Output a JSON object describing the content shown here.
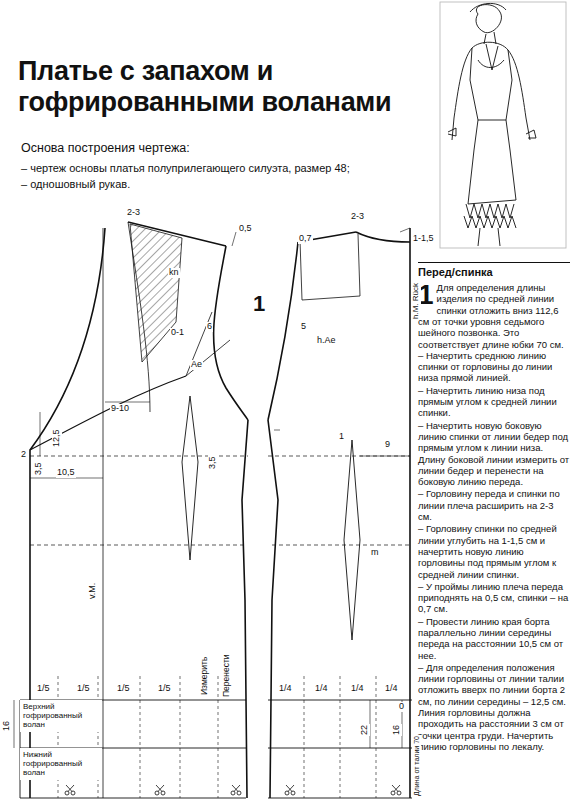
{
  "diagram": {
    "title": "Платье с запахом и гофрированными воланами",
    "nodes": [
      {
        "text": [
          "Верхний гофрированный волан"
        ]
      },
      {
        "text": [
          "Нижний гофрированный волан"
        ]
      }
    ],
    "labels": [
      "Основа построения чертежа:",
      "– чертеж основы платья полуприлегающего силуэта, размер 48;",
      "– одношовный рукав.",
      "Перед/спинка",
      "1",
      "Для определения длины изделия по средней линии спинки отложить вниз 112,6 см от точки уровня седьмого шейного позвонка. Это соответствует длине юбки 70 см.",
      "– Начертить среднюю линию спинки от горловины до линии низа прямой линией.",
      "– Начертить линию низа под прямым углом к средней линии спинки.",
      "– Начертить новую боковую линию спинки от линии бедер под прямым углом к линии низа. Длину боковой линии измерить от линии бедер и перенести на боковую линию переда.",
      "– Горловину переда и спинки по линии плеча расширить на 2-3 см.",
      "– Горловину спинки по средней линии углубить на 1-1,5 см и начертить новую линию горловины под прямым углом к средней линии спинки.",
      "– У проймы линию плеча переда приподнять на 0,5 см, спинки – на 0,7 см.",
      "– Провести линию края борта параллельно линии середины переда на расстоянии 10,5 см от нее.",
      "– Для определения положения линии горловины от линии талии отложить вверх по линии борта 2 см, по линии середины – 12,5 см. Линия горловины должна проходить на расстоянии 3 см от точки центра груди. Начертить линию горловины по лекалу.",
      "2-3",
      "0,5",
      "kn",
      "0-1",
      "6",
      "Ae",
      "9-10",
      "12,5",
      "2",
      "3,5",
      "3,5",
      "10,5",
      "v.M.",
      "1/5",
      "1/5",
      "1/5",
      "1/5",
      "Измерить",
      "Перенести",
      "16",
      "1",
      "0,7",
      "2-3",
      "1-1,5",
      "5",
      "h.Ae",
      "h.M. Rück",
      "1",
      "9",
      "m",
      "1/4",
      "1/4",
      "1/4",
      "1/4",
      "0",
      "22",
      "16",
      "Длина от талии 70"
    ]
  }
}
